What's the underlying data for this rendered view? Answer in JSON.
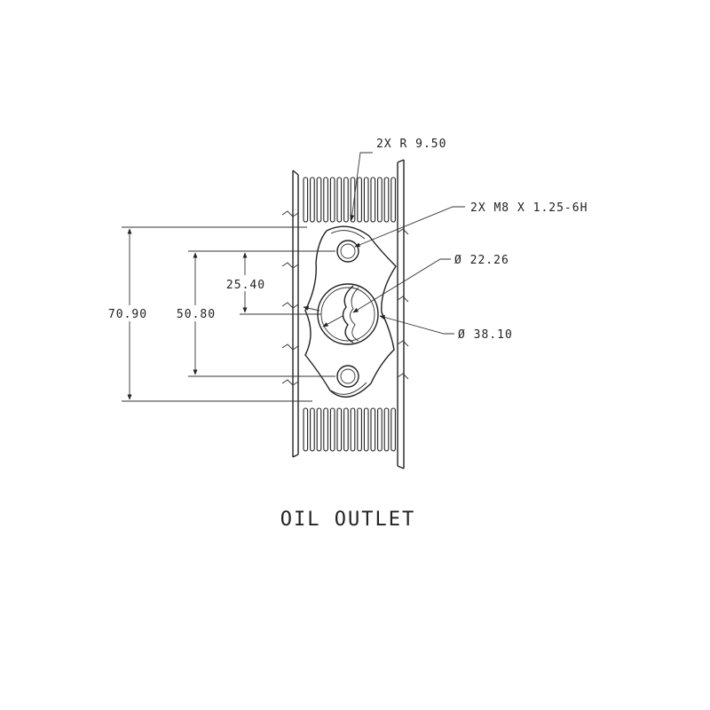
{
  "callouts": {
    "radius": "2X  R 9.50",
    "thread": "2X  M8  X  1.25-6H",
    "bore_inner": "Ø 22.26",
    "bore_outer": "Ø 38.10"
  },
  "dimensions": {
    "overall": "70.90",
    "hole_spacing": "50.80",
    "half_spacing": "25.40"
  },
  "caption": "OIL OUTLET"
}
